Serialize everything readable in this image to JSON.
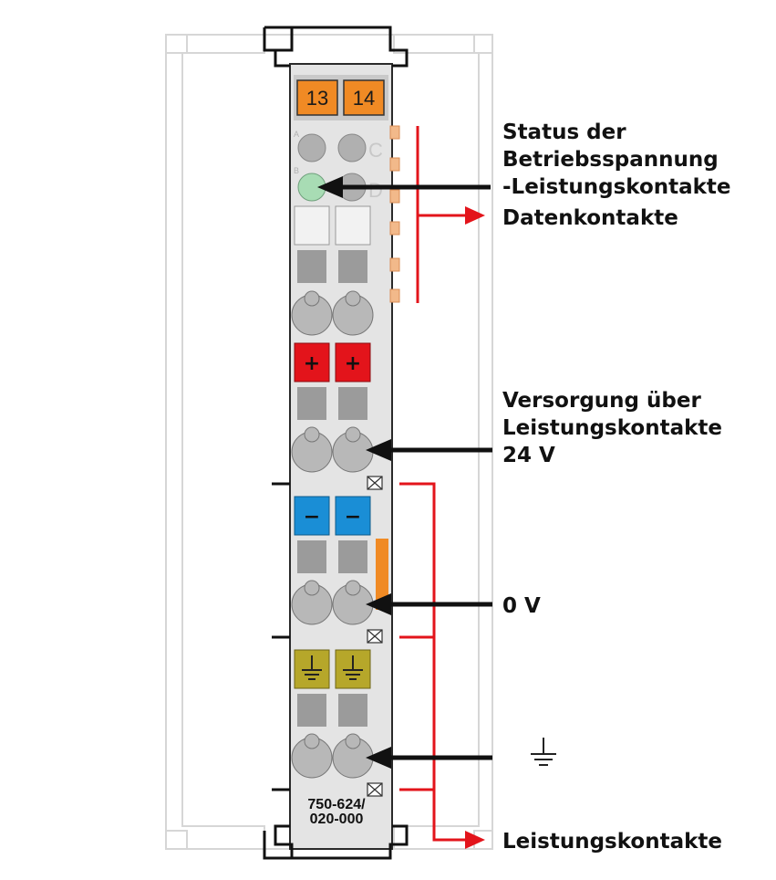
{
  "module": {
    "connector_tags": [
      "13",
      "14"
    ],
    "led_letters_left": [
      "A",
      "B"
    ],
    "led_letters_right": [
      "C",
      "D"
    ],
    "plus_symbol": "+",
    "minus_symbol": "−",
    "part_number_line1": "750-624/",
    "part_number_line2": "020-000"
  },
  "labels": {
    "status_line1": "Status der",
    "status_line2": "Betriebsspannung",
    "status_line3": "-Leistungskontakte",
    "data_contacts": "Datenkontakte",
    "supply_line1": "Versorgung über",
    "supply_line2": "Leistungskontakte",
    "supply_line3": "24 V",
    "zero_volt": "0 V",
    "power_contacts": "Leistungskontakte"
  },
  "icons": [
    "ground-symbol-icon",
    "arrow-icon"
  ],
  "colors": {
    "orange_tag": "#f08a24",
    "red_terminal": "#e3141b",
    "blue_terminal": "#1a8ed6",
    "ground_terminal": "#b6a72a",
    "led_green": "#a8dcb4",
    "red_line": "#e3141b",
    "arrow_black": "#111111",
    "housing": "#e4e4e4"
  }
}
